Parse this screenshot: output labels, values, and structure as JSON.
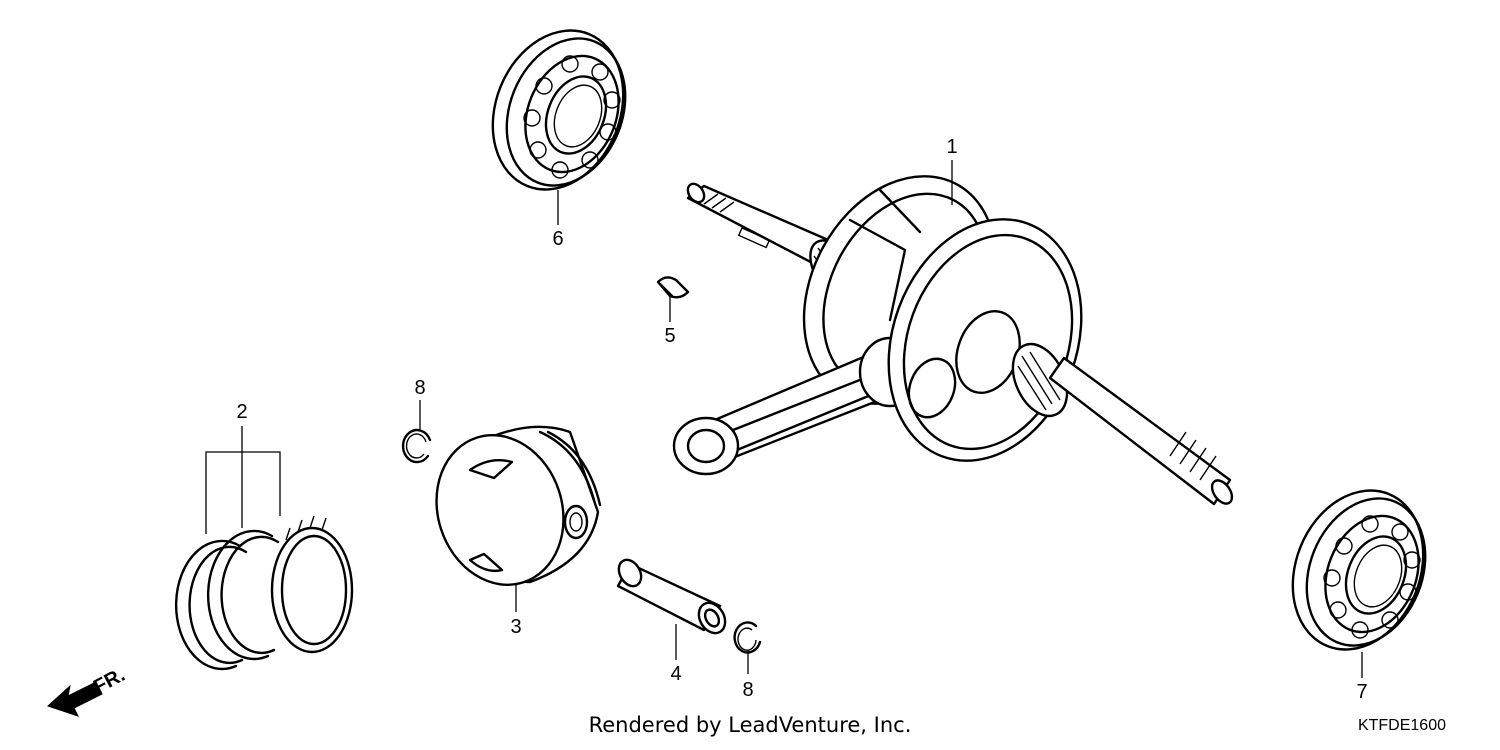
{
  "callouts": {
    "c1": "1",
    "c2": "2",
    "c3": "3",
    "c4": "4",
    "c5": "5",
    "c6": "6",
    "c7": "7",
    "c8a": "8",
    "c8b": "8"
  },
  "direction": "FR.",
  "credit": "Rendered by LeadVenture, Inc.",
  "diagram_code": "KTFDE1600"
}
